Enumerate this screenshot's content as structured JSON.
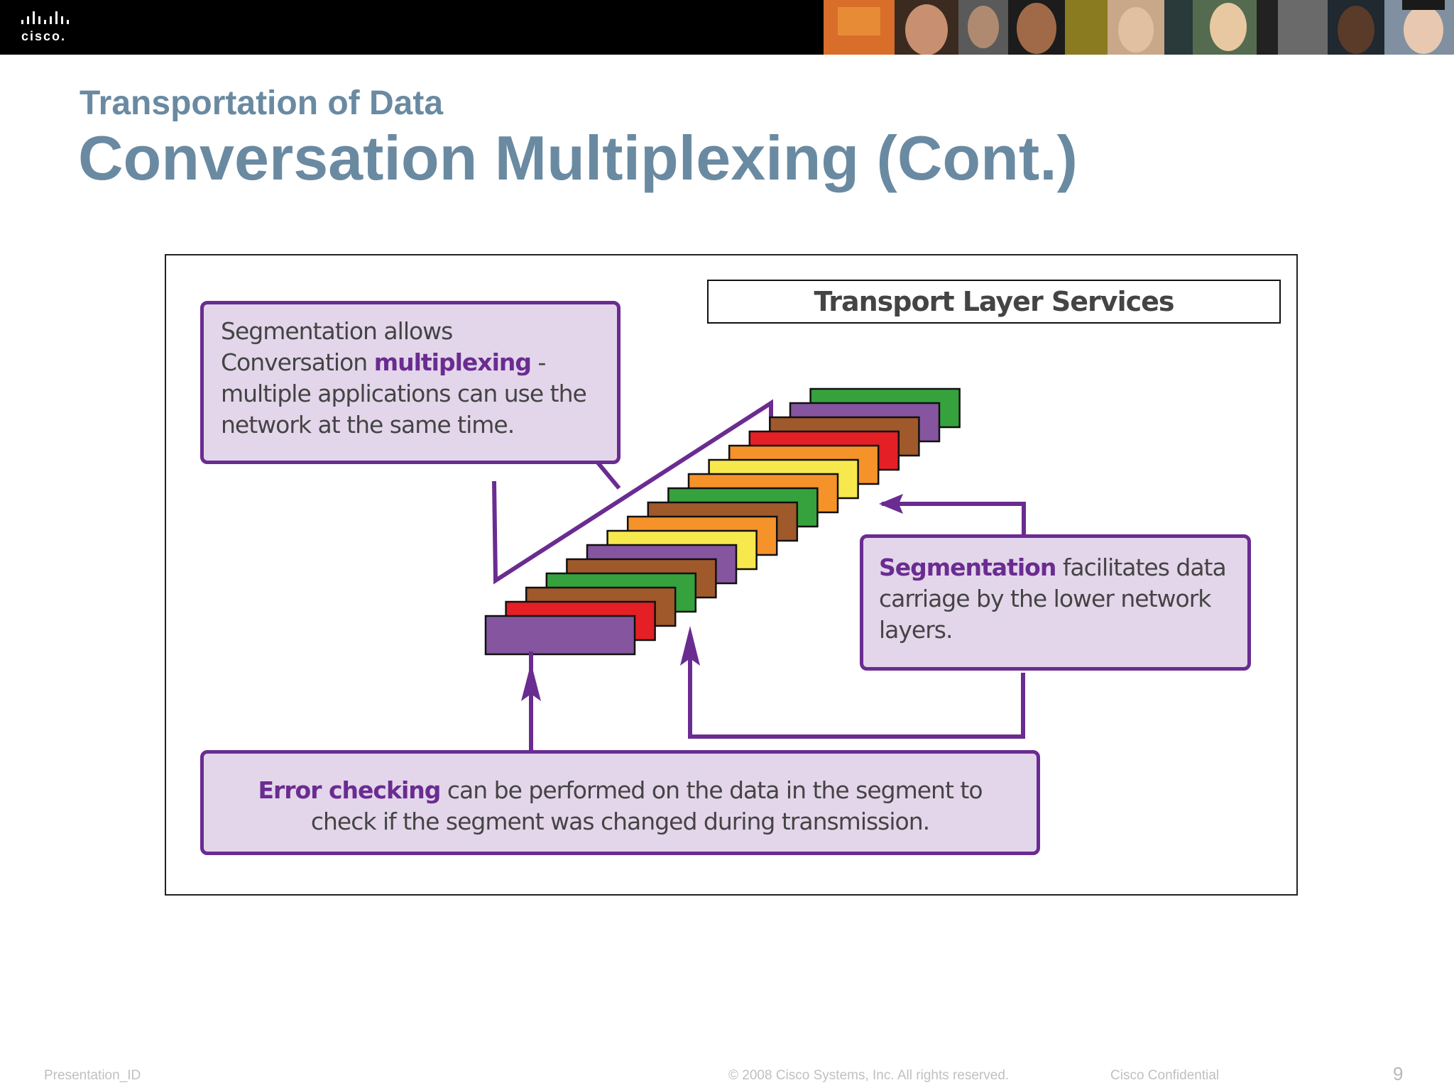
{
  "header": {
    "logo_text": "cisco.",
    "photo_strip_icon": "people-photo-strip-icon"
  },
  "slide": {
    "subtitle": "Transportation of Data",
    "title": "Conversation Multiplexing (Cont.)"
  },
  "diagram": {
    "box_title": "Transport Layer Services",
    "callout_multiplexing": {
      "pre": "Segmentation allows Conversation",
      "highlight": "multiplexing",
      "post": " - multiple applications can use the network at the same time."
    },
    "callout_segmentation": {
      "highlight": "Segmentation",
      "post": " facilitates data carriage by the lower network layers."
    },
    "callout_error": {
      "highlight": "Error checking",
      "post": " can be performed on the data in the segment to check if the segment was changed during transmission."
    },
    "segment_colors": [
      "#86559f",
      "#e41f26",
      "#a0592a",
      "#36a23e",
      "#a0592a",
      "#86559f",
      "#f7e84e",
      "#f5922a",
      "#a0592a",
      "#36a23e",
      "#f5922a",
      "#f7e84e",
      "#f5922a",
      "#e41f26",
      "#a0592a",
      "#86559f",
      "#36a23e"
    ],
    "accent_color": "#6a2c91"
  },
  "footer": {
    "presentation_id": "Presentation_ID",
    "copyright": "© 2008 Cisco Systems, Inc. All rights reserved.",
    "confidential": "Cisco Confidential",
    "page_number": "9"
  }
}
